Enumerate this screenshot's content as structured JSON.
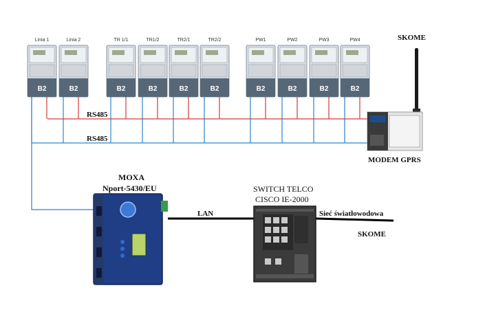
{
  "meters": [
    {
      "name": "Linia 1",
      "badge": "B2"
    },
    {
      "name": "Linia 2",
      "badge": "B2"
    },
    {
      "name": "TR 1/1",
      "badge": "B2"
    },
    {
      "name": "TR1/2",
      "badge": "B2"
    },
    {
      "name": "TR2/1",
      "badge": "B2"
    },
    {
      "name": "TR2/2",
      "badge": "B2"
    },
    {
      "name": "PW1",
      "badge": "B2"
    },
    {
      "name": "PW2",
      "badge": "B2"
    },
    {
      "name": "PW3",
      "badge": "B2"
    },
    {
      "name": "PW4",
      "badge": "B2"
    }
  ],
  "labels": {
    "rs485_top": "RS485",
    "rs485_bottom": "RS485",
    "skome_top": "SKOME",
    "modem": "MODEM GPRS",
    "moxa_line1": "MOXA",
    "moxa_line2": "Nport-5430/EU",
    "switch_line1": "SWITCH  TELCO",
    "switch_line2": "CISCO IE-2000",
    "lan": "LAN",
    "fiber": "Sieć światłowodowa",
    "skome_bottom": "SKOME"
  },
  "colors": {
    "rs485_red": "#d23a3a",
    "rs485_blue": "#2a84c8",
    "lan_black": "#000000",
    "moxa_blue": "#1f3e86"
  }
}
